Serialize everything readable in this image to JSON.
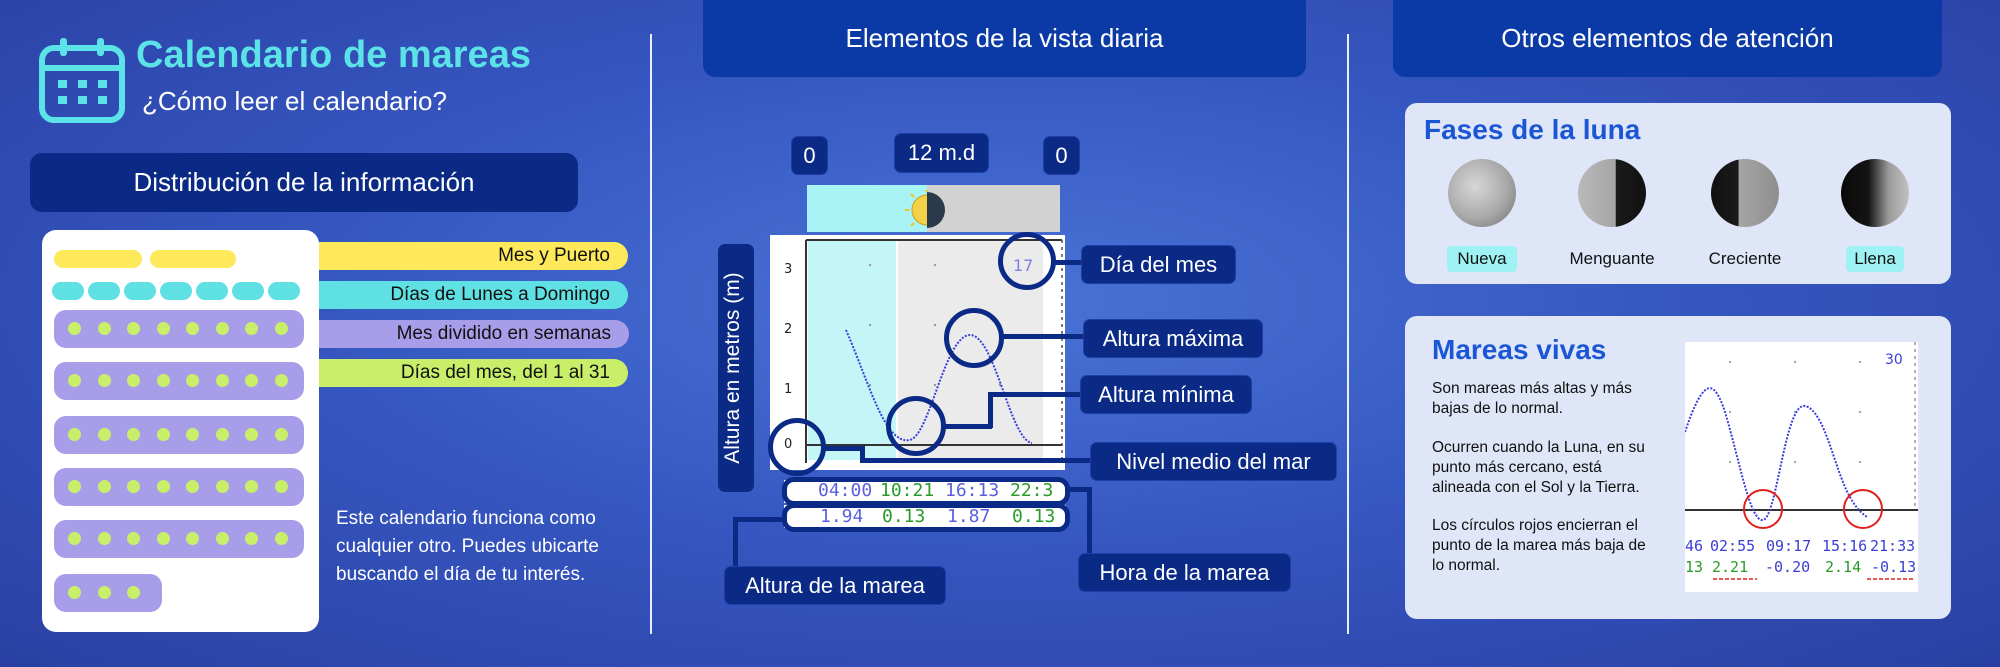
{
  "header": {
    "title": "Calendario de mareas",
    "subtitle": "¿Cómo leer el calendario?"
  },
  "left": {
    "heading": "Distribución de la información",
    "legend": [
      {
        "label": "Mes y  Puerto",
        "color": "#fde95a"
      },
      {
        "label": "Días de  Lunes a Domingo",
        "color": "#5fe0e3"
      },
      {
        "label": "Mes dividido en semanas",
        "color": "#a89de8"
      },
      {
        "label": "Días del mes, del 1 al 31",
        "color": "#c9ee6a"
      }
    ],
    "note": "Este calendario funciona como cualquier otro. Puedes ubicarte buscando el día de tu interés."
  },
  "middle": {
    "heading": "Elementos de la vista diaria",
    "time_labels": {
      "left": "0",
      "center": "12 m.d",
      "right": "0"
    },
    "y_axis_label": "Altura en metros (m)",
    "y_ticks": [
      "3",
      "2",
      "1",
      "0"
    ],
    "day_number": "17",
    "times": [
      "04:00",
      "10:21",
      "16:13",
      "22:3"
    ],
    "heights": [
      "1.94",
      "0.13",
      "1.87",
      "0.13"
    ],
    "callouts": {
      "day": "Día del mes",
      "max": "Altura máxima",
      "min": "Altura mínima",
      "mean": "Nivel medio del mar",
      "hour": "Hora  de la marea",
      "height": "Altura de la marea"
    }
  },
  "right": {
    "heading": "Otros elementos de atención",
    "moon_title": "Fases de la luna",
    "moons": [
      {
        "label": "Nueva",
        "highlight": true
      },
      {
        "label": "Menguante",
        "highlight": false
      },
      {
        "label": "Creciente",
        "highlight": false
      },
      {
        "label": "Llena",
        "highlight": true
      }
    ],
    "mareas_title": "Mareas vivas",
    "p1": "Son mareas más altas y más bajas de lo normal.",
    "p2": "Ocurren cuando la Luna, en su punto más cercano, está alineada con el Sol y la Tierra.",
    "p3": "Los círculos rojos encierran el punto de la marea más baja de lo normal.",
    "mini_day": "30",
    "mini_times": [
      "46",
      "02:55",
      "09:17",
      "15:16",
      "21:33"
    ],
    "mini_heights": [
      "13",
      "2.21",
      "-0.20",
      "2.14",
      "-0.13"
    ]
  }
}
